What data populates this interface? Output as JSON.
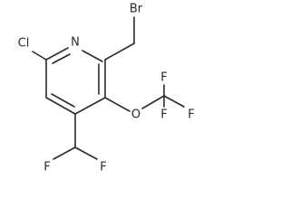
{
  "molecule": {
    "atoms": {
      "n_ring": "N",
      "cl": "Cl",
      "br": "Br",
      "o": "O",
      "f_cf3_top": "F",
      "f_cf3_right": "F",
      "f_cf3_bottom": "F",
      "f_chf2_left": "F",
      "f_chf2_right": "F"
    }
  },
  "colors": {
    "bond": "#2b2b2b",
    "label": "#2b2b2b",
    "background": "#ffffff"
  }
}
